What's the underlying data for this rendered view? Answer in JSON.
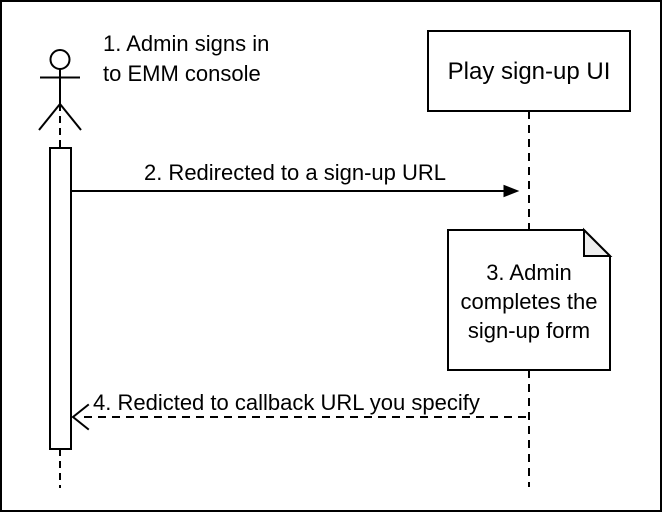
{
  "diagram": {
    "actor_label": {
      "line1": "1. Admin signs in",
      "line2": "to EMM console"
    },
    "play_box": {
      "label": "Play sign-up UI"
    },
    "messages": {
      "redirect": {
        "label": "2. Redirected to a sign-up URL"
      },
      "callback": {
        "label": "4. Redicted to callback URL you specify"
      }
    },
    "note": {
      "line1": "3. Admin",
      "line2": "completes the",
      "line3": "sign-up form"
    },
    "colors": {
      "line": "#000000",
      "text": "#000000",
      "background": "#ffffff",
      "note_fold_fill": "#eeeeee"
    }
  }
}
